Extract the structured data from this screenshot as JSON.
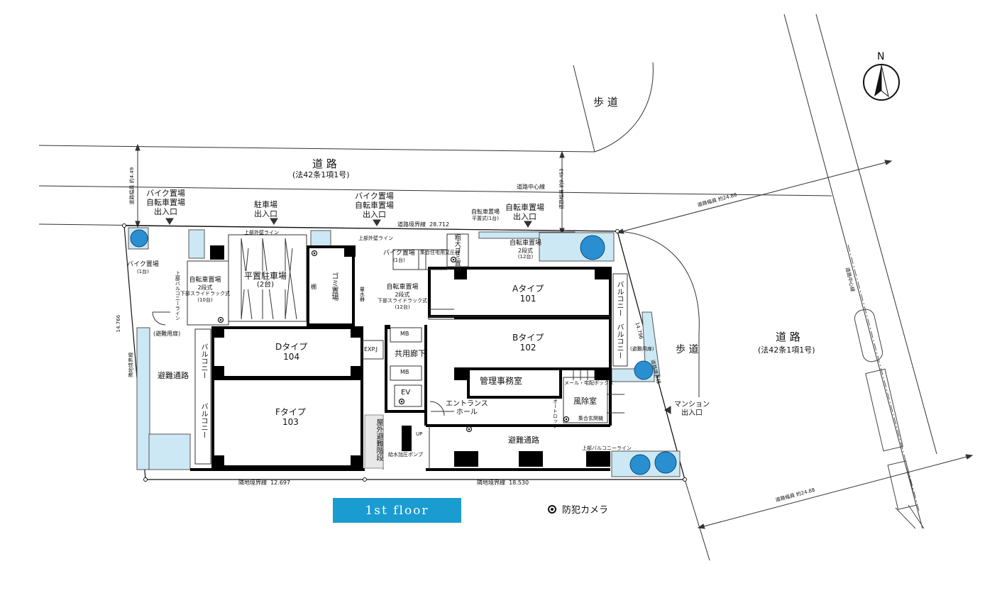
{
  "north": {
    "label": "N"
  },
  "roads": {
    "north_road_name": "道 路",
    "north_road_law": "(法42条1項1号)",
    "east_road_name": "道 路",
    "east_road_law": "(法42条1項1号)",
    "sidewalk_top": "歩 道",
    "sidewalk_right": "歩 道",
    "road_center_line_1": "道路中心線",
    "road_center_line_2": "道路中心線",
    "road_width_left": "道路幅員 約4.49",
    "road_width_mid": "道路幅員 約9.453",
    "road_width_east_top": "道路幅員 約24.88",
    "road_width_east_bottom": "道路幅員 約24.88"
  },
  "boundaries": {
    "road_boundary_north": "道路境界線",
    "road_boundary_north_len": "28.712",
    "road_boundary_east": "道路境界線",
    "road_boundary_east_len": "14.796",
    "adjacent_west": "隣地境界線",
    "adjacent_west_len": "14.766",
    "adjacent_south_1": "隣地境界線",
    "adjacent_south_1_len": "12.697",
    "adjacent_south_2": "隣地境界線",
    "adjacent_south_2_len": "18.530"
  },
  "entrances": {
    "bike_entry_west": [
      "バイク置場",
      "自転車置場",
      "出入口"
    ],
    "parking_entry": [
      "駐車場",
      "出入口"
    ],
    "bike_entry_mid": [
      "バイク置場",
      "自転車置場",
      "出入口"
    ],
    "bicycle_entry_east": [
      "自転車置場",
      "出入口"
    ],
    "mansion_entry": [
      "マンション",
      "出入口"
    ]
  },
  "rooms": {
    "unit_a": {
      "type": "Aタイプ",
      "number": "101"
    },
    "unit_b": {
      "type": "Bタイプ",
      "number": "102"
    },
    "unit_d": {
      "type": "Dタイプ",
      "number": "104"
    },
    "unit_f": {
      "type": "Fタイプ",
      "number": "103"
    },
    "parking": [
      "平置駐車場",
      "(2台)"
    ],
    "garbage": "ゴミ置場",
    "garbage_small": "粗大ゴミ置場",
    "bike_west": [
      "バイク置場",
      "(1台)"
    ],
    "bike_mid": [
      "バイク置場",
      "(1台)"
    ],
    "bicycle_west": [
      "自転車置場",
      "2段式",
      "下部スライドラック式",
      "(10台)"
    ],
    "bicycle_mid": [
      "自転車置場",
      "2段式",
      "下部スライドラック式",
      "(12台)"
    ],
    "bicycle_east": [
      "自転車置場",
      "2段式",
      "(12台)"
    ],
    "bicycle_flat": [
      "自転車置場",
      "平置式(1台)"
    ],
    "management": "管理事務室",
    "entrance_hall": [
      "エントランス",
      "ホール"
    ],
    "vestibule": "風除室",
    "corridor": "共用廊下",
    "evac_west": "避難通路",
    "evac_south": "避難通路",
    "outdoor_stair": "屋外避難階段",
    "balcony": "バルコニー",
    "ev": "EV",
    "mb": "MB",
    "expj": "EXP.J",
    "up": "UP",
    "water_pump": "給水加圧ポンプ",
    "shelf": "棚",
    "mailbox": "メール・宅配ボックス",
    "autolock": "オートロック",
    "intercom": "集合玄関機",
    "delivery": "集合住宅用変圧器",
    "evac_door_1": "(避難用扉)",
    "evac_door_2": "(避難用扉)",
    "upper_wall_line": "上部外壁ライン",
    "upper_wall_line_2": "上部外壁ライン",
    "upper_balcony_line": "上部バルコニーライン",
    "upper_balcony_line_2": "上部バルコニーライン",
    "water_meter": "量水器"
  },
  "legend": {
    "floor_badge": "1st floor",
    "camera": "防犯カメラ"
  },
  "colors": {
    "accent": "#1a9cd0",
    "planter": "#cce8f4",
    "tree": "#2a8fd0",
    "wall": "#000000"
  }
}
